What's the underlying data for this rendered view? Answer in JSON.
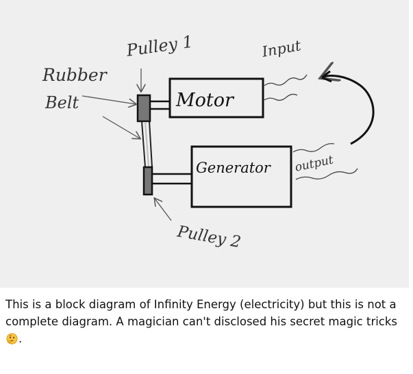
{
  "diagram": {
    "labels": {
      "pulley_1": "Pulley 1",
      "input": "Input",
      "rubber_belt_line1": "Rubber",
      "rubber_belt_line2": "Belt",
      "motor": "Motor",
      "generator": "Generator",
      "output": "output",
      "pulley_2": "Pulley 2"
    }
  },
  "caption": {
    "text": "This is a block diagram of Infinity Energy (electricity) but this is not a complete diagram. A magician can't disclosed his secret magic tricks",
    "trailing": ".",
    "emoji_icon": "thinking-face-emoji"
  }
}
